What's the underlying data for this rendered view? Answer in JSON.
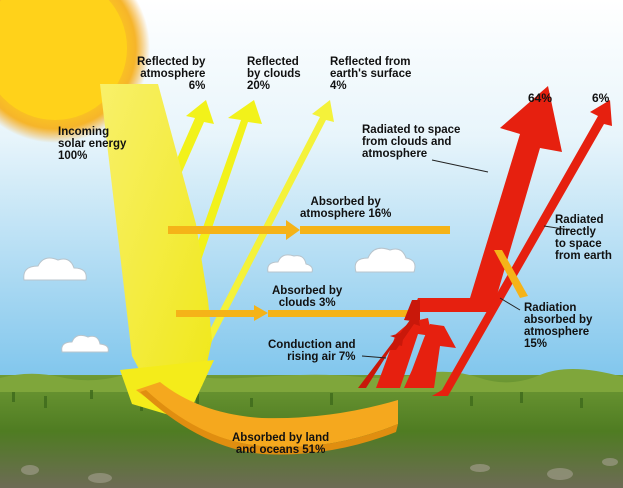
{
  "labels": {
    "incoming": [
      "Incoming",
      "solar energy",
      "100%"
    ],
    "reflected_atmosphere": [
      "Reflected by",
      "atmosphere",
      "6%"
    ],
    "reflected_clouds": [
      "Reflected",
      "by clouds",
      "20%"
    ],
    "reflected_surface": [
      "Reflected from",
      "earth's surface",
      "4%"
    ],
    "radiated_clouds": [
      "Radiated to space",
      "from clouds and",
      "atmosphere"
    ],
    "pct_64": "64%",
    "pct_6": "6%",
    "absorbed_atmosphere": [
      "Absorbed by",
      "atmosphere 16%"
    ],
    "absorbed_clouds": [
      "Absorbed by",
      "clouds 3%"
    ],
    "conduction": [
      "Conduction and",
      "rising air 7%"
    ],
    "radiated_directly": [
      "Radiated",
      "directly",
      "to space",
      "from earth"
    ],
    "radiation_absorbed": [
      "Radiation",
      "absorbed by",
      "atmosphere",
      "15%"
    ],
    "absorbed_land": [
      "Absorbed by land",
      "and oceans 51%"
    ]
  },
  "colors": {
    "sun": "#ffd21a",
    "sun_glow": "#f5a623",
    "sky_top": "#ffffff",
    "sky_bottom": "#7ec6ec",
    "ground": "#5a8a2a",
    "solar_arrow": "#f2f21a",
    "absorbed_arrow": "#f5b318",
    "radiation_arrow": "#e6200f",
    "ground_band": "#f5a81e"
  }
}
